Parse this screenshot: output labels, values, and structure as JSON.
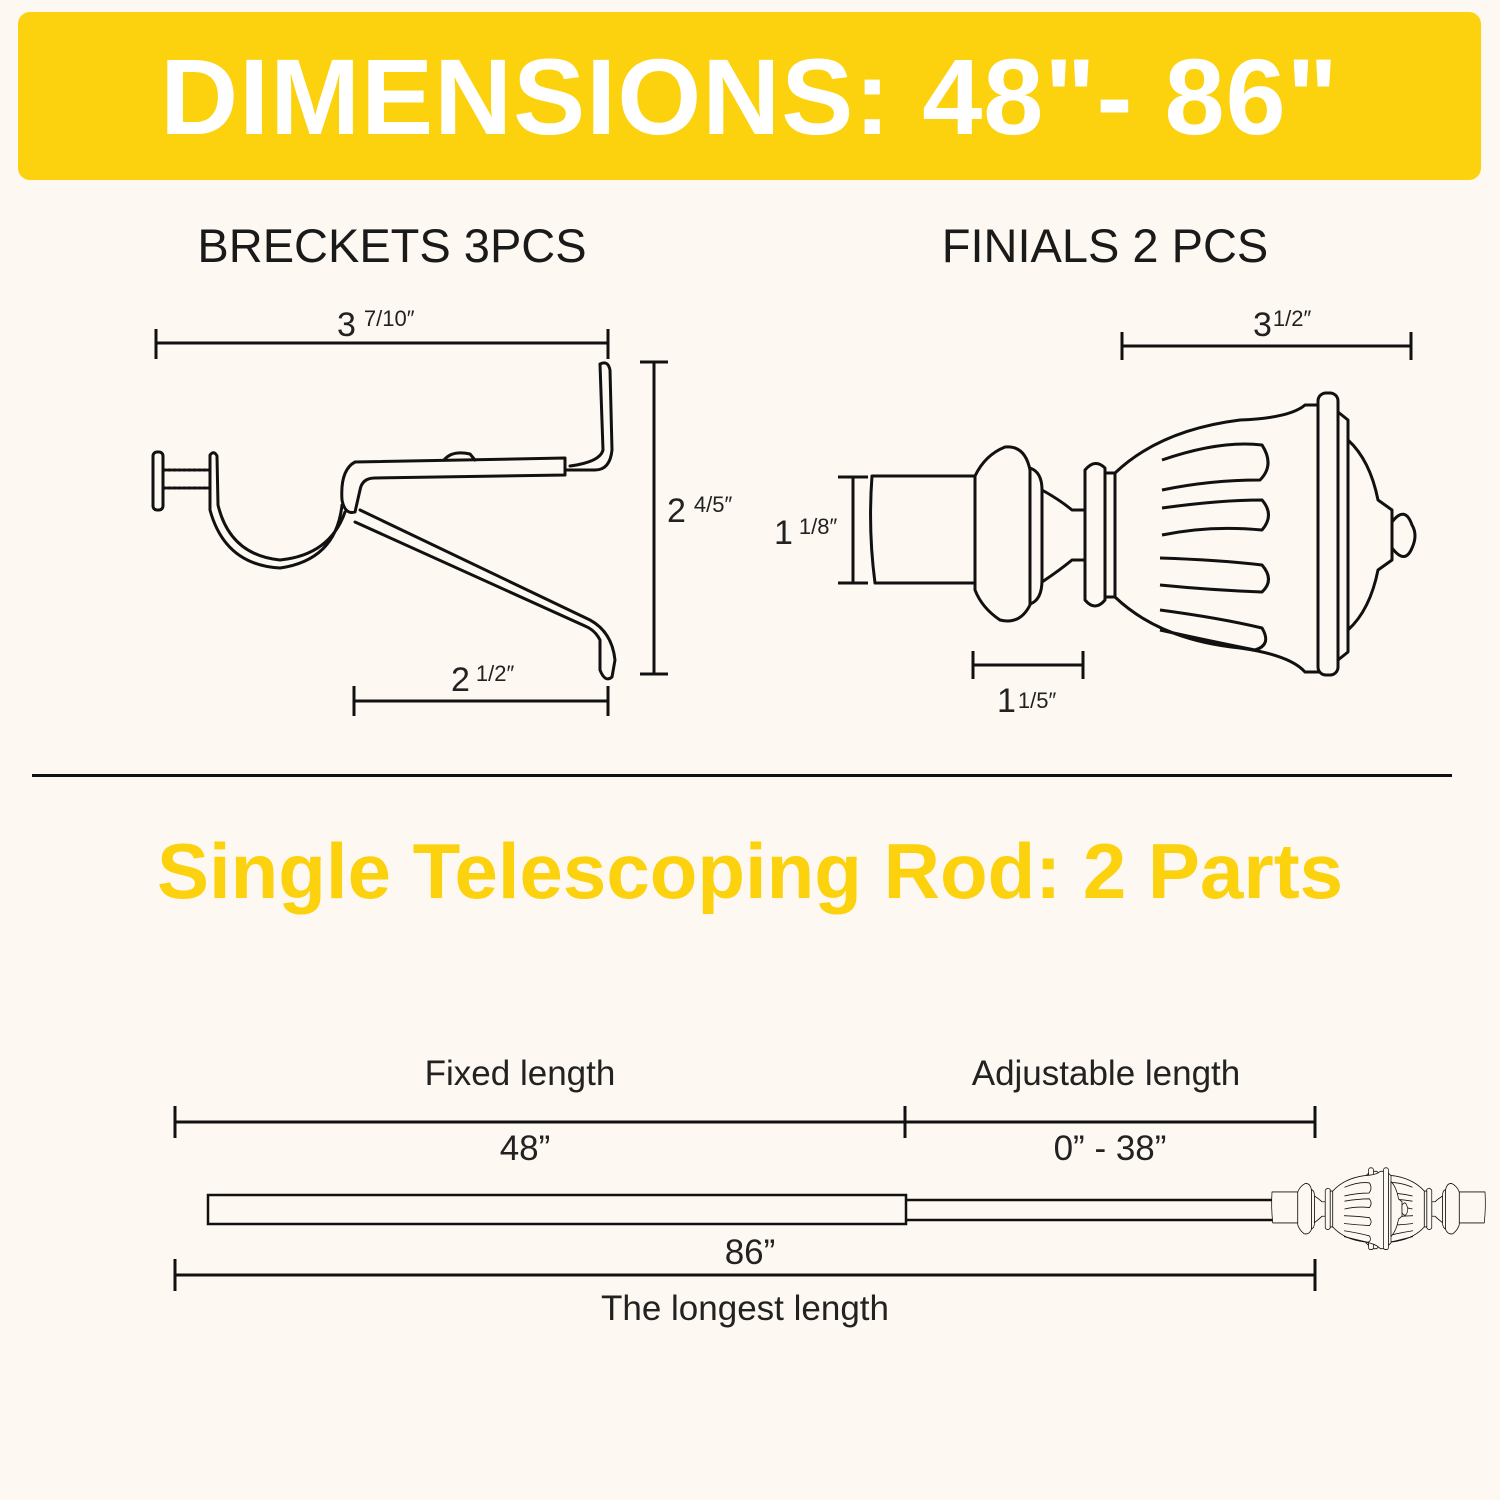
{
  "banner": {
    "title": "DIMENSIONS: 48\"- 86\""
  },
  "brackets": {
    "heading": "BRECKETS 3PCS",
    "width": {
      "whole": "3",
      "frac": "7/10″"
    },
    "height": {
      "whole": "2",
      "frac": "4/5″"
    },
    "depth": {
      "whole": "2",
      "frac": "1/2″"
    }
  },
  "finials": {
    "heading": "FINIALS 2 PCS",
    "length": {
      "whole": "3",
      "frac": "1/2″"
    },
    "diameter": {
      "whole": "1",
      "frac": "1/8″"
    },
    "collar": {
      "whole": "1",
      "frac": "1/5″"
    }
  },
  "rod": {
    "title": "Single Telescoping Rod: 2 Parts",
    "fixed_label": "Fixed length",
    "fixed_value": "48”",
    "adjustable_label": "Adjustable length",
    "adjustable_value": "0” - 38”",
    "total_value": "86”",
    "total_label": "The longest length"
  },
  "colors": {
    "accent": "#fcd10d",
    "background": "#fdf8f1",
    "line": "#111111"
  }
}
